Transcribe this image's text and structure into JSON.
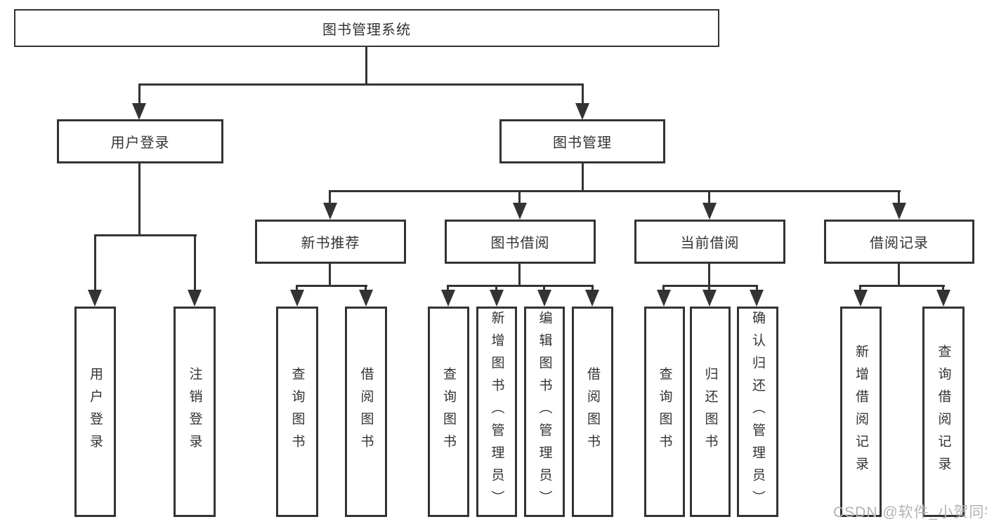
{
  "colors": {
    "line": "#333333",
    "text": "#333333",
    "watermark": "#b3b3b3",
    "background": "#ffffff"
  },
  "watermark": "CSDN @软件_小贺同学",
  "nodes": {
    "root": "图书管理系统",
    "level2": [
      "用户登录",
      "图书管理"
    ],
    "level3": [
      "新书推荐",
      "图书借阅",
      "当前借阅",
      "借阅记录"
    ],
    "leaves": [
      "用户登录",
      "注销登录",
      "查询图书",
      "借阅图书",
      "查询图书",
      "新增图书（管理员）",
      "编辑图书（管理员）",
      "借阅图书",
      "查询图书",
      "归还图书",
      "确认归还（管理员）",
      "新增借阅记录",
      "查询借阅记录"
    ]
  }
}
